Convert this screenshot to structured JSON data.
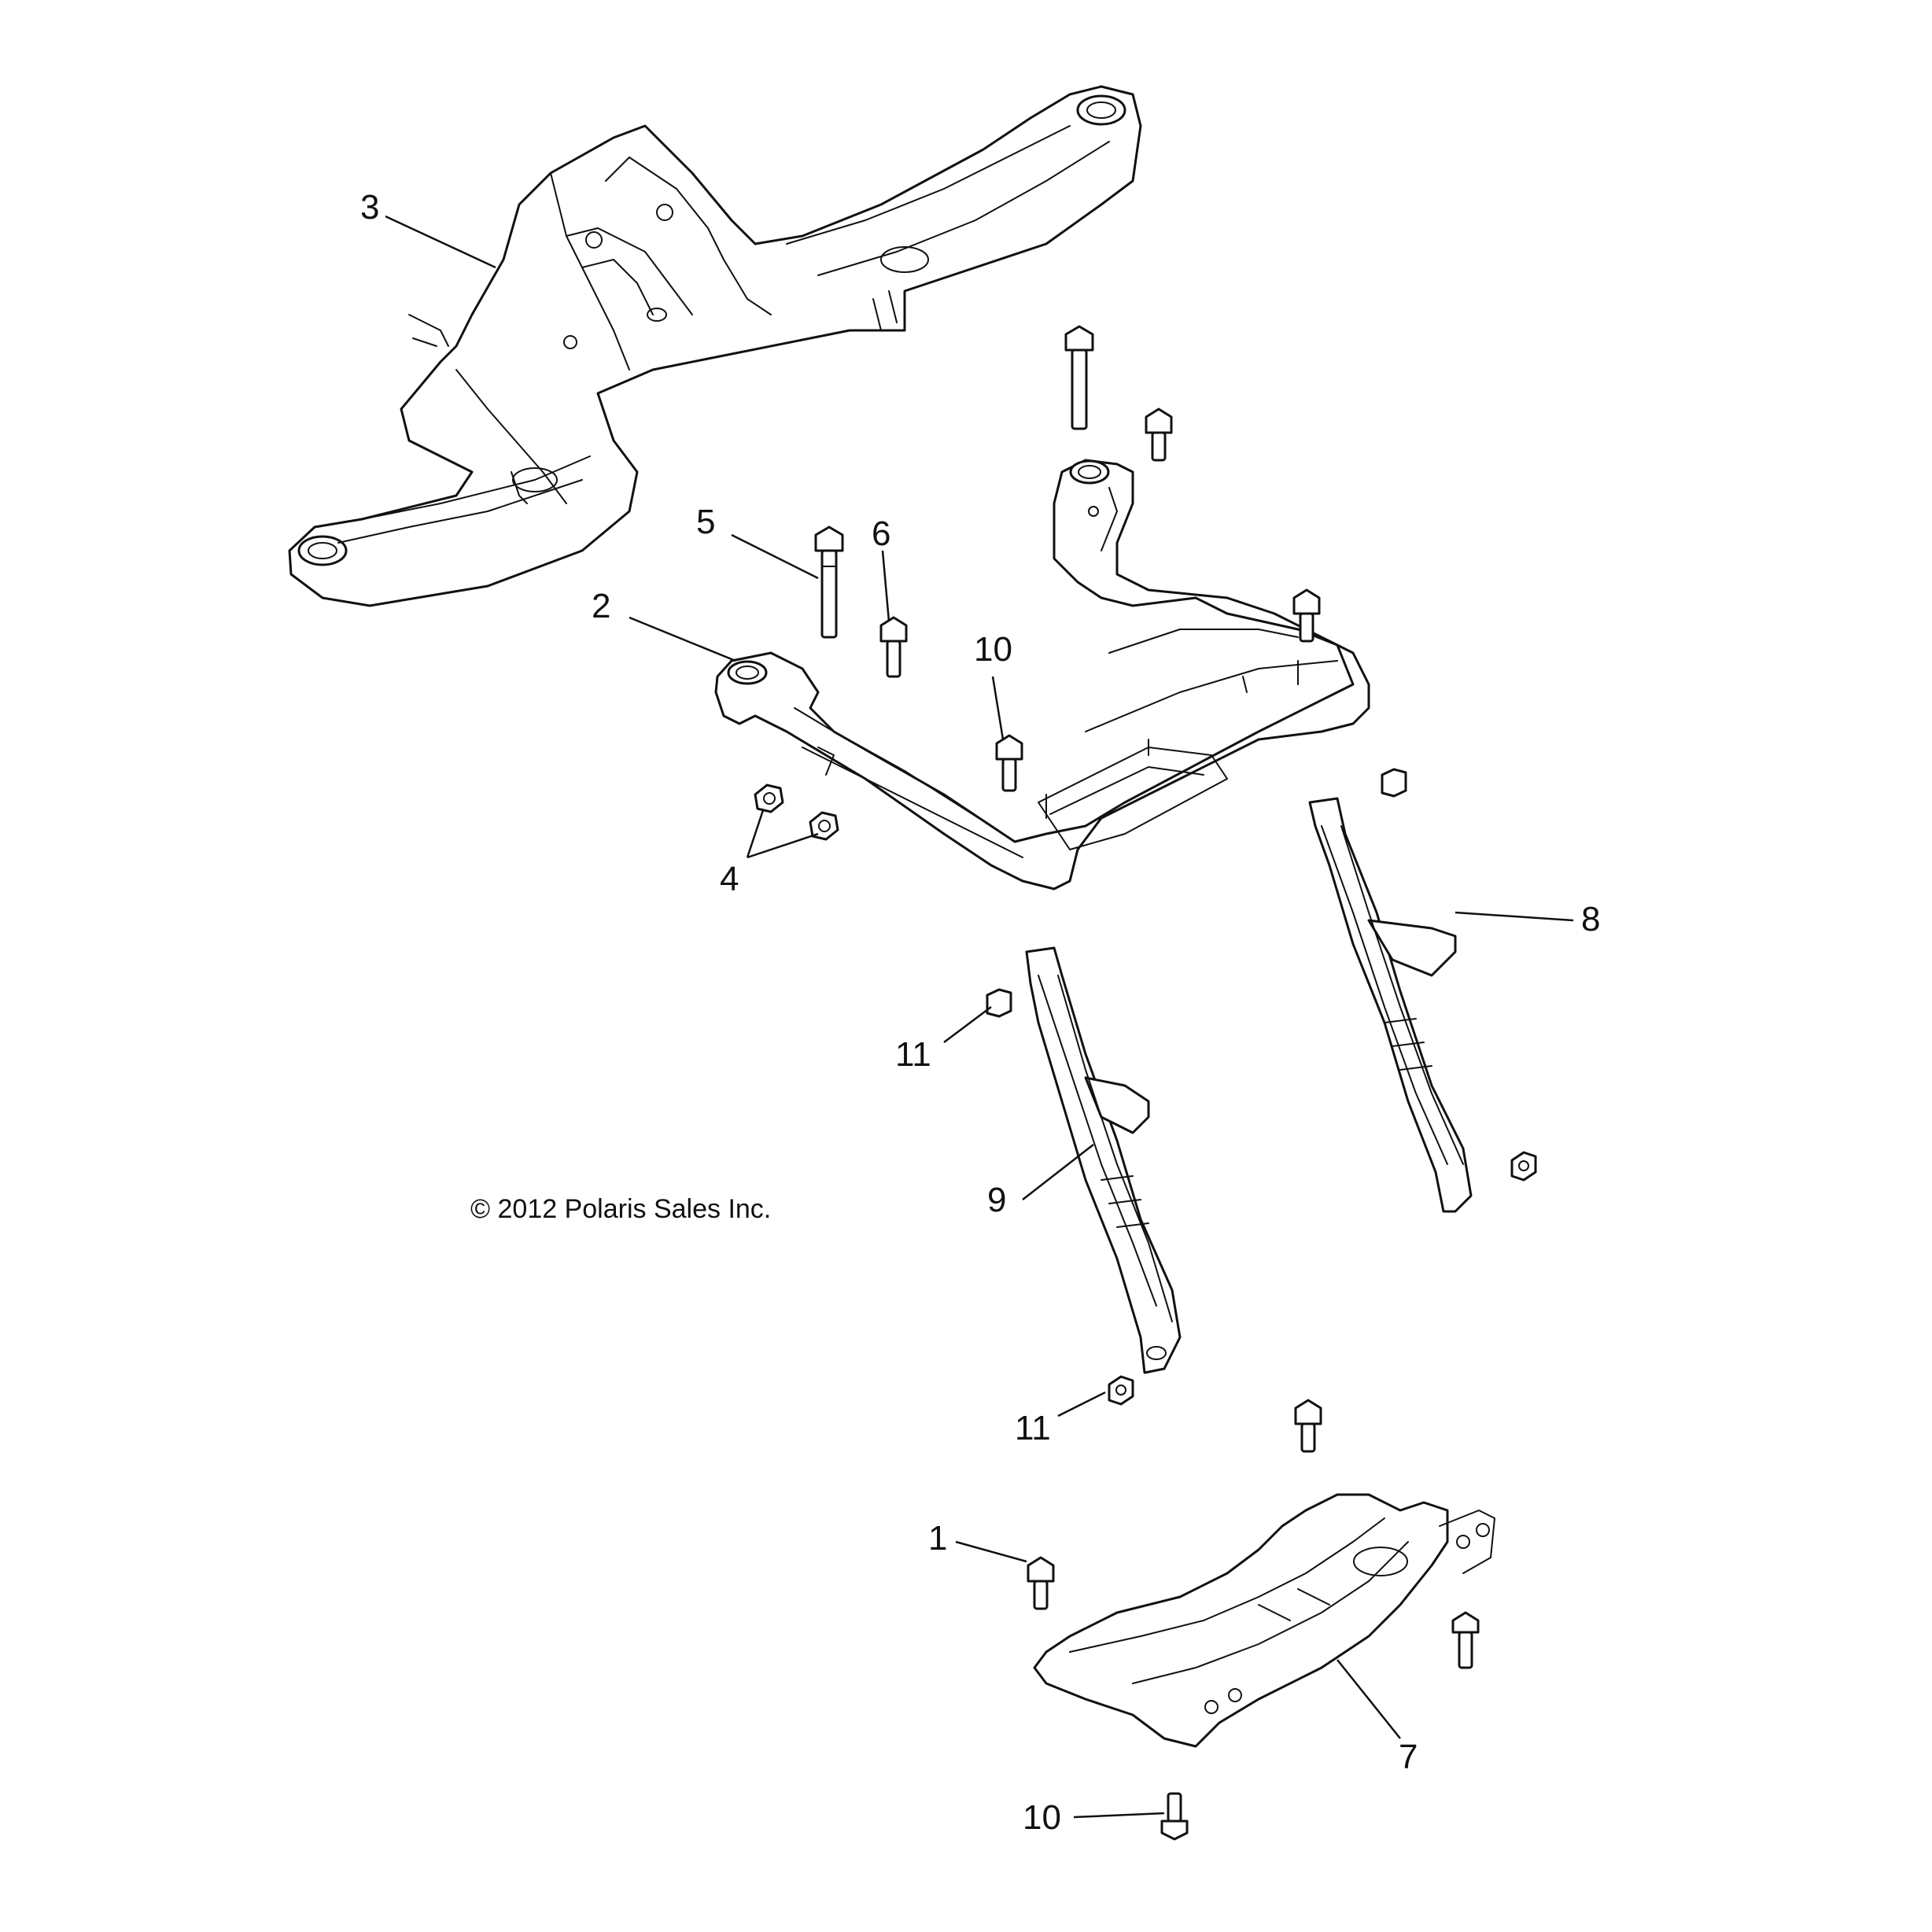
{
  "copyright": "© 2012 Polaris Sales Inc.",
  "callouts": [
    {
      "id": "c3",
      "label": "3"
    },
    {
      "id": "c5",
      "label": "5"
    },
    {
      "id": "c6",
      "label": "6"
    },
    {
      "id": "c2",
      "label": "2"
    },
    {
      "id": "c10a",
      "label": "10"
    },
    {
      "id": "c4",
      "label": "4"
    },
    {
      "id": "c8",
      "label": "8"
    },
    {
      "id": "c11a",
      "label": "11"
    },
    {
      "id": "c9",
      "label": "9"
    },
    {
      "id": "c11b",
      "label": "11"
    },
    {
      "id": "c1",
      "label": "1"
    },
    {
      "id": "c7",
      "label": "7"
    },
    {
      "id": "c10b",
      "label": "10"
    }
  ]
}
